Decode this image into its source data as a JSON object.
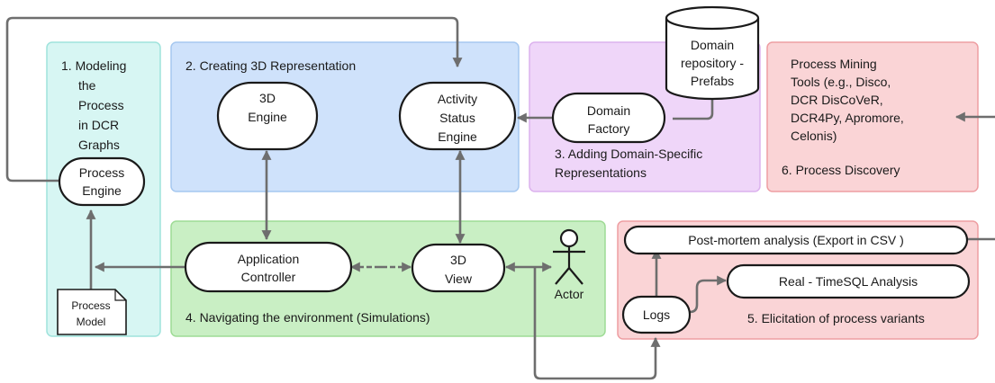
{
  "zones": {
    "modeling": {
      "label": [
        "1. Modeling",
        "the",
        "Process",
        "in DCR",
        "Graphs"
      ],
      "fill": "#d7f6f3",
      "stroke": "#9fe3dc"
    },
    "creating3d": {
      "label": [
        "2. Creating 3D Representation"
      ],
      "fill": "#cfe2fb",
      "stroke": "#a6c8f0"
    },
    "domain": {
      "label": [
        "3. Adding Domain-Specific",
        "Representations"
      ],
      "fill": "#efd6f9",
      "stroke": "#dcb2ee"
    },
    "navigating": {
      "label": [
        "4. Navigating the  environment (Simulations)"
      ],
      "fill": "#c9efc4",
      "stroke": "#9edb95"
    },
    "elicitation": {
      "label": [
        "5. Elicitation of process variants"
      ],
      "fill": "#fad4d6",
      "stroke": "#ee9ea2"
    },
    "discovery": {
      "label": [
        "6. Process Discovery"
      ],
      "fill": "#fad4d6",
      "stroke": "#ee9ea2"
    }
  },
  "nodes": {
    "process_engine": [
      "Process",
      "Engine"
    ],
    "engine_3d": [
      "3D",
      "Engine"
    ],
    "activity_status_engine": [
      "Activity",
      "Status",
      "Engine"
    ],
    "domain_factory": [
      "Domain",
      "Factory"
    ],
    "domain_repository": [
      "Domain",
      "repository -",
      "Prefabs"
    ],
    "process_mining_tools": [
      "Process Mining",
      "Tools (e.g., Disco,",
      "DCR DisCoVeR,",
      "DCR4Py, Apromore,",
      "Celonis)"
    ],
    "application_controller": [
      "Application",
      "Controller"
    ],
    "view_3d": [
      "3D",
      "View"
    ],
    "actor": [
      "Actor"
    ],
    "process_model": [
      "Process",
      "Model"
    ],
    "post_mortem": [
      "Post-mortem analysis (Export in CSV )"
    ],
    "real_time": [
      "Real - TimeSQL Analysis"
    ],
    "logs": [
      "Logs"
    ]
  },
  "colors": {
    "edge": "#6e6e6e",
    "node_stroke": "#1a1a1a"
  }
}
